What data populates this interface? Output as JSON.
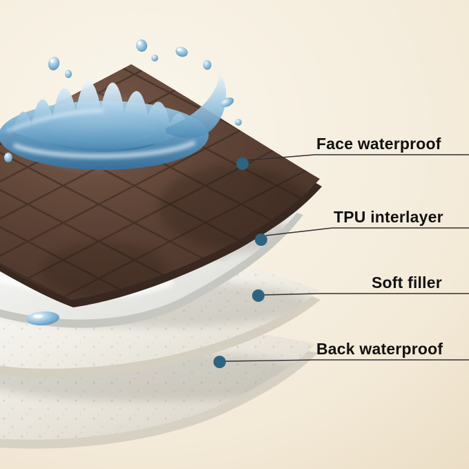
{
  "image_alt": "Exploded diagram of a four-layer waterproof pad with a blue water splash on the quilted top layer",
  "callouts": [
    {
      "id": "face",
      "label": "Face waterproof"
    },
    {
      "id": "tpu",
      "label": "TPU interlayer"
    },
    {
      "id": "filler",
      "label": "Soft filler"
    },
    {
      "id": "back",
      "label": "Back waterproof"
    }
  ],
  "colors": {
    "background_center": "#faf6ec",
    "background_edge": "#e5d3b6",
    "callout_dot": "#2e6480",
    "leader_line": "#2f2f2f",
    "label_text": "#101010",
    "face_layer": "#5a4134",
    "face_layer_edge": "#38281f",
    "tpu_layer": "#eeeeec",
    "filler_layer": "#efece4",
    "back_layer": "#e8e4da",
    "water_light": "#cfe6f3",
    "water_mid": "#7fb4d6",
    "water_deep": "#2f6f9f"
  }
}
